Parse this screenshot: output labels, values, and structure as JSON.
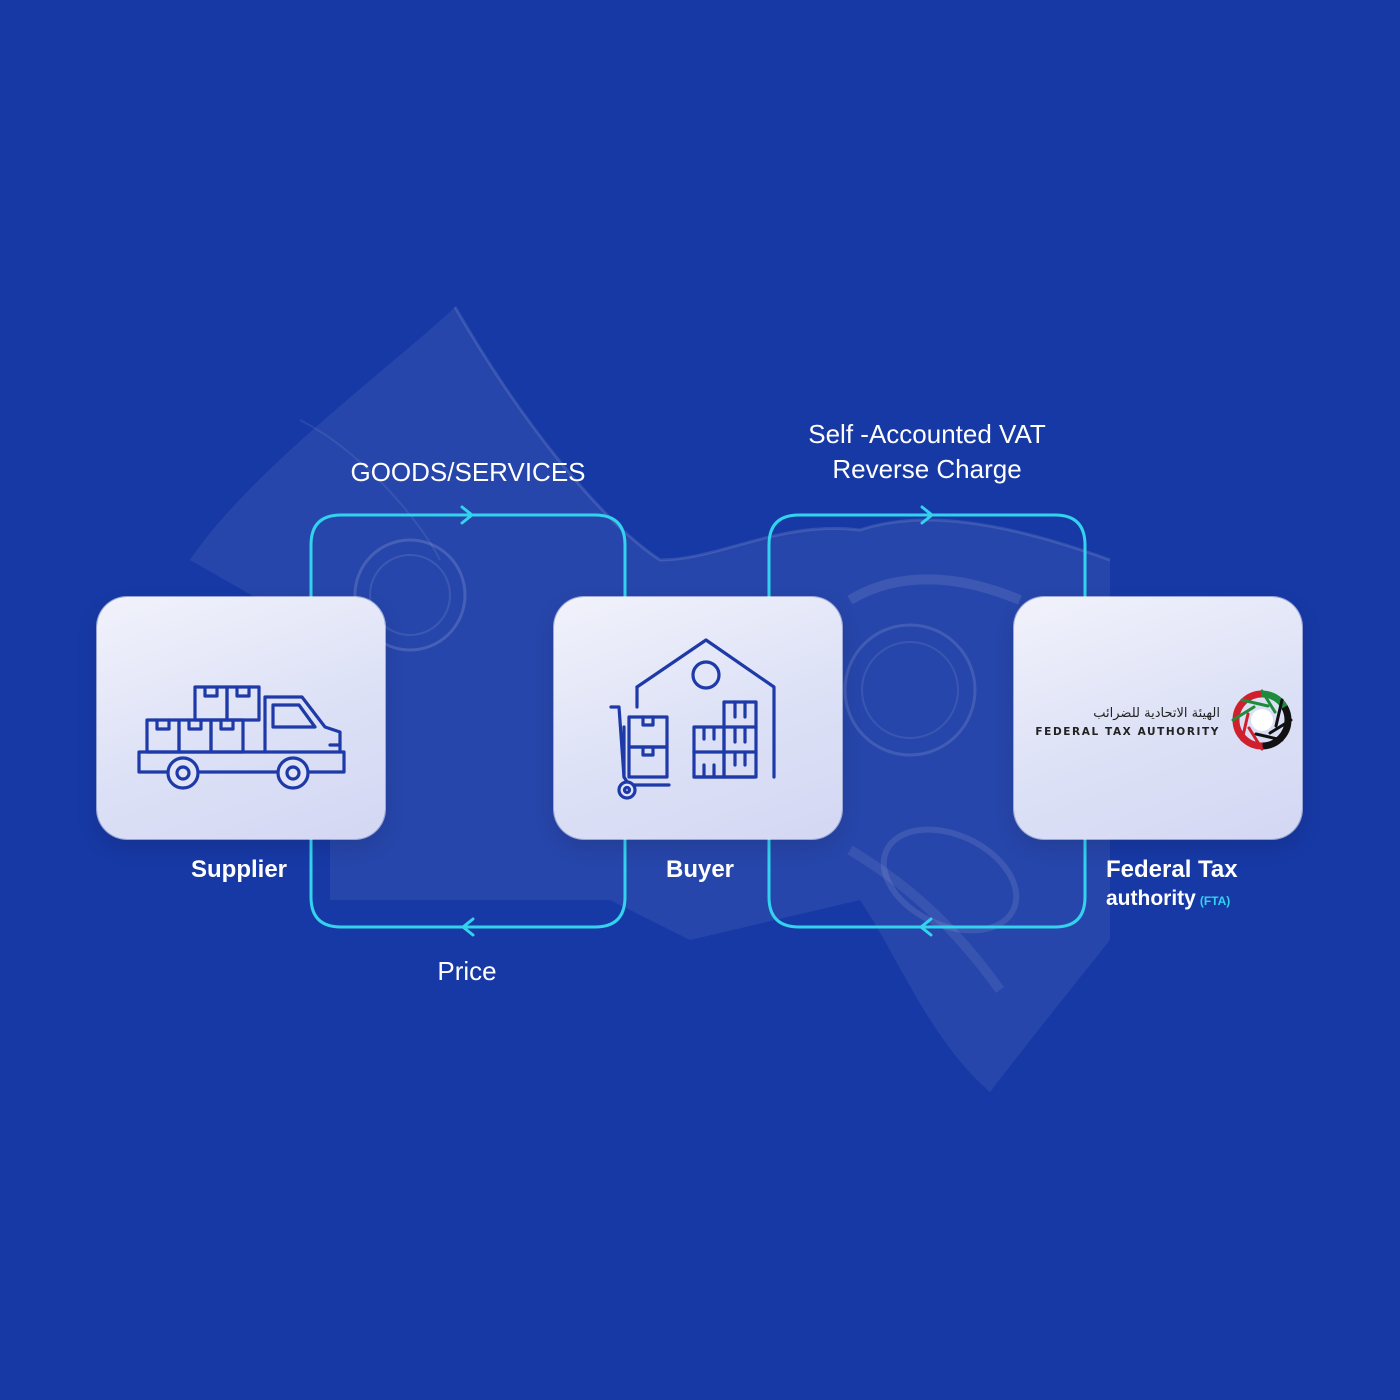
{
  "diagram": {
    "flows": {
      "goods_services": "GOODS/SERVICES",
      "price": "Price",
      "self_accounted_vat_line1": "Self -Accounted VAT",
      "self_accounted_vat_line2": "Reverse Charge"
    },
    "nodes": {
      "supplier": {
        "label": "Supplier",
        "icon": "delivery-truck-icon"
      },
      "buyer": {
        "label": "Buyer",
        "icon": "warehouse-icon"
      },
      "fta": {
        "label_line1": "Federal Tax",
        "label_line2": "authority",
        "label_abbr": "(FTA)",
        "logo_arabic": "الهيئة الاتحادية للضرائب",
        "logo_english": "FEDERAL TAX AUTHORITY",
        "icon": "fta-logo"
      }
    },
    "background_image": "hundred-dollar-bill",
    "colors": {
      "background": "#1739a5",
      "connector": "#33d3ee",
      "icon_stroke": "#1e3aa8",
      "card_fill": "#e6e8f8",
      "fta_green": "#1e8c3a",
      "fta_red": "#d0202e",
      "fta_black": "#111111"
    }
  }
}
